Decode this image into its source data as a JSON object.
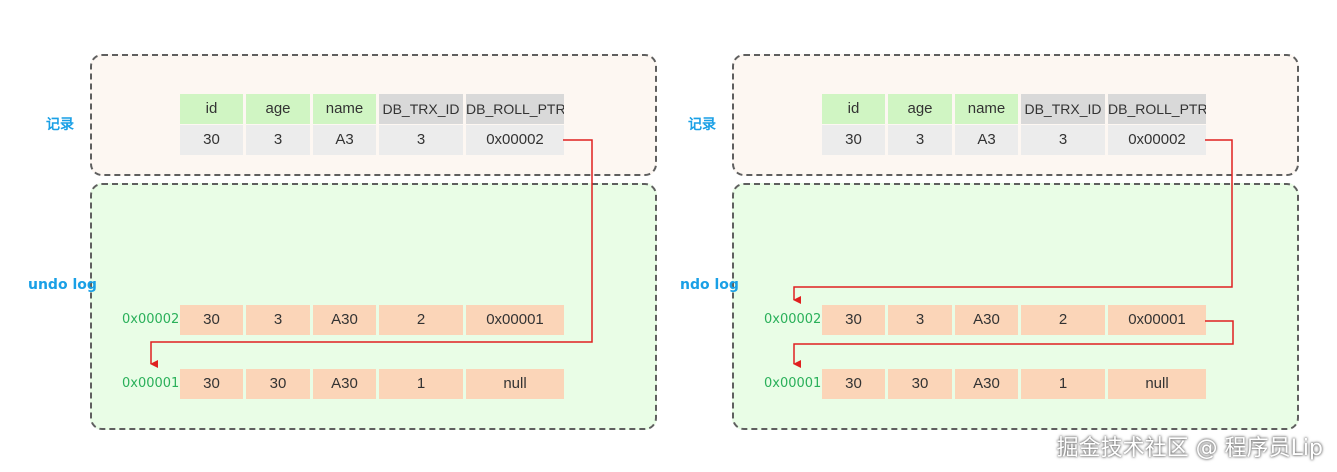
{
  "record_label": "记录",
  "panels": [
    {
      "undo_label": "undo log",
      "record": {
        "headers": [
          "id",
          "age",
          "name",
          "DB_TRX_ID",
          "DB_ROLL_PTR"
        ],
        "values": [
          "30",
          "3",
          "A3",
          "3",
          "0x00002"
        ]
      },
      "undo_rows": [
        {
          "addr": "0x00002",
          "values": [
            "30",
            "3",
            "A30",
            "2",
            "0x00001"
          ]
        },
        {
          "addr": "0x00001",
          "values": [
            "30",
            "30",
            "A30",
            "1",
            "null"
          ]
        }
      ]
    },
    {
      "undo_label": "ndo log",
      "record": {
        "headers": [
          "id",
          "age",
          "name",
          "DB_TRX_ID",
          "DB_ROLL_PTR"
        ],
        "values": [
          "30",
          "3",
          "A3",
          "3",
          "0x00002"
        ]
      },
      "undo_rows": [
        {
          "addr": "0x00002",
          "values": [
            "30",
            "3",
            "A30",
            "2",
            "0x00001"
          ]
        },
        {
          "addr": "0x00001",
          "values": [
            "30",
            "30",
            "A30",
            "1",
            "null"
          ]
        }
      ]
    }
  ],
  "watermark": "掘金技术社区 @ 程序员Lip",
  "colors": {
    "arrow": "#e02020",
    "label_blue": "#1aa0e6",
    "address_green": "#2ab05a",
    "header_green": "#d0f5c3",
    "header_gray": "#d9d9d9",
    "undo_cell": "#fbd5b8",
    "record_cell": "#ececec"
  }
}
